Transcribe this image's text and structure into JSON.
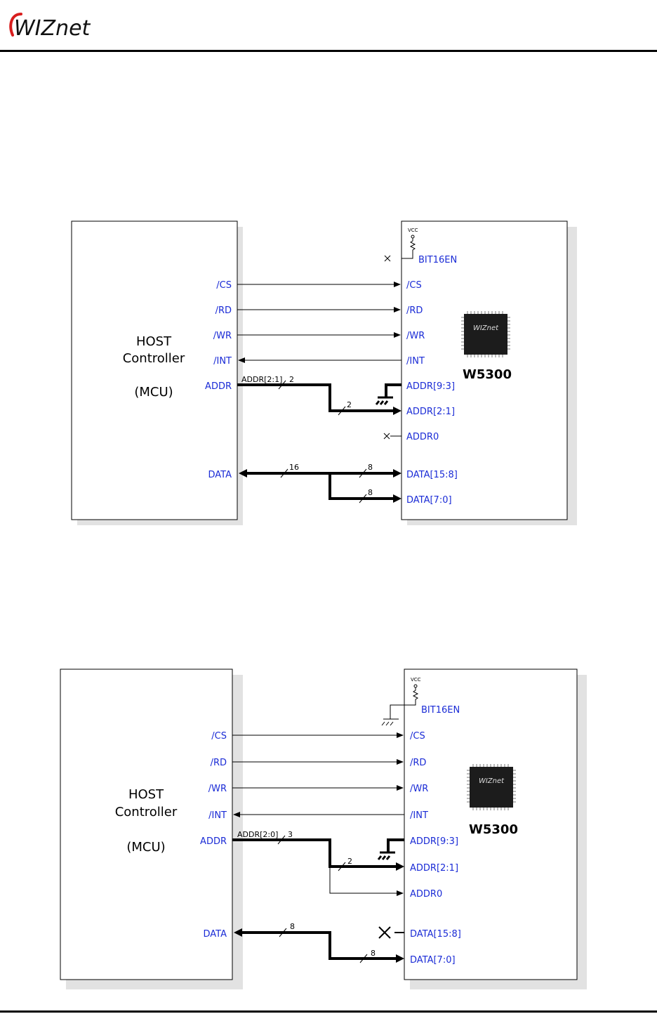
{
  "header": {
    "logo_text": "WIZnet"
  },
  "diagrams": [
    {
      "host": {
        "line1": "HOST",
        "line2": "Controller",
        "line3": "(MCU)"
      },
      "chip": {
        "name": "W5300",
        "logo": "WIZnet",
        "vcc": "VCC",
        "bit16en": "BIT16EN"
      },
      "host_pins": [
        "/CS",
        "/RD",
        "/WR",
        "/INT",
        "ADDR",
        "DATA"
      ],
      "chip_pins": [
        "/CS",
        "/RD",
        "/WR",
        "/INT",
        "ADDR[9:3]",
        "ADDR[2:1]",
        "ADDR0",
        "DATA[15:8]",
        "DATA[7:0]"
      ],
      "bus_labels": {
        "addr": "ADDR[2:1]",
        "addr_width": "2",
        "addr_sub_width": "2",
        "data_width": "16",
        "data_hi_width": "8",
        "data_lo_width": "8"
      }
    },
    {
      "host": {
        "line1": "HOST",
        "line2": "Controller",
        "line3": "(MCU)"
      },
      "chip": {
        "name": "W5300",
        "logo": "WIZnet",
        "vcc": "VCC",
        "bit16en": "BIT16EN"
      },
      "host_pins": [
        "/CS",
        "/RD",
        "/WR",
        "/INT",
        "ADDR",
        "DATA"
      ],
      "chip_pins": [
        "/CS",
        "/RD",
        "/WR",
        "/INT",
        "ADDR[9:3]",
        "ADDR[2:1]",
        "ADDR0",
        "DATA[15:8]",
        "DATA[7:0]"
      ],
      "bus_labels": {
        "addr": "ADDR[2:0]",
        "addr_width": "3",
        "addr_sub_width": "2",
        "data_width": "8",
        "data_lo_width": "8"
      }
    }
  ]
}
